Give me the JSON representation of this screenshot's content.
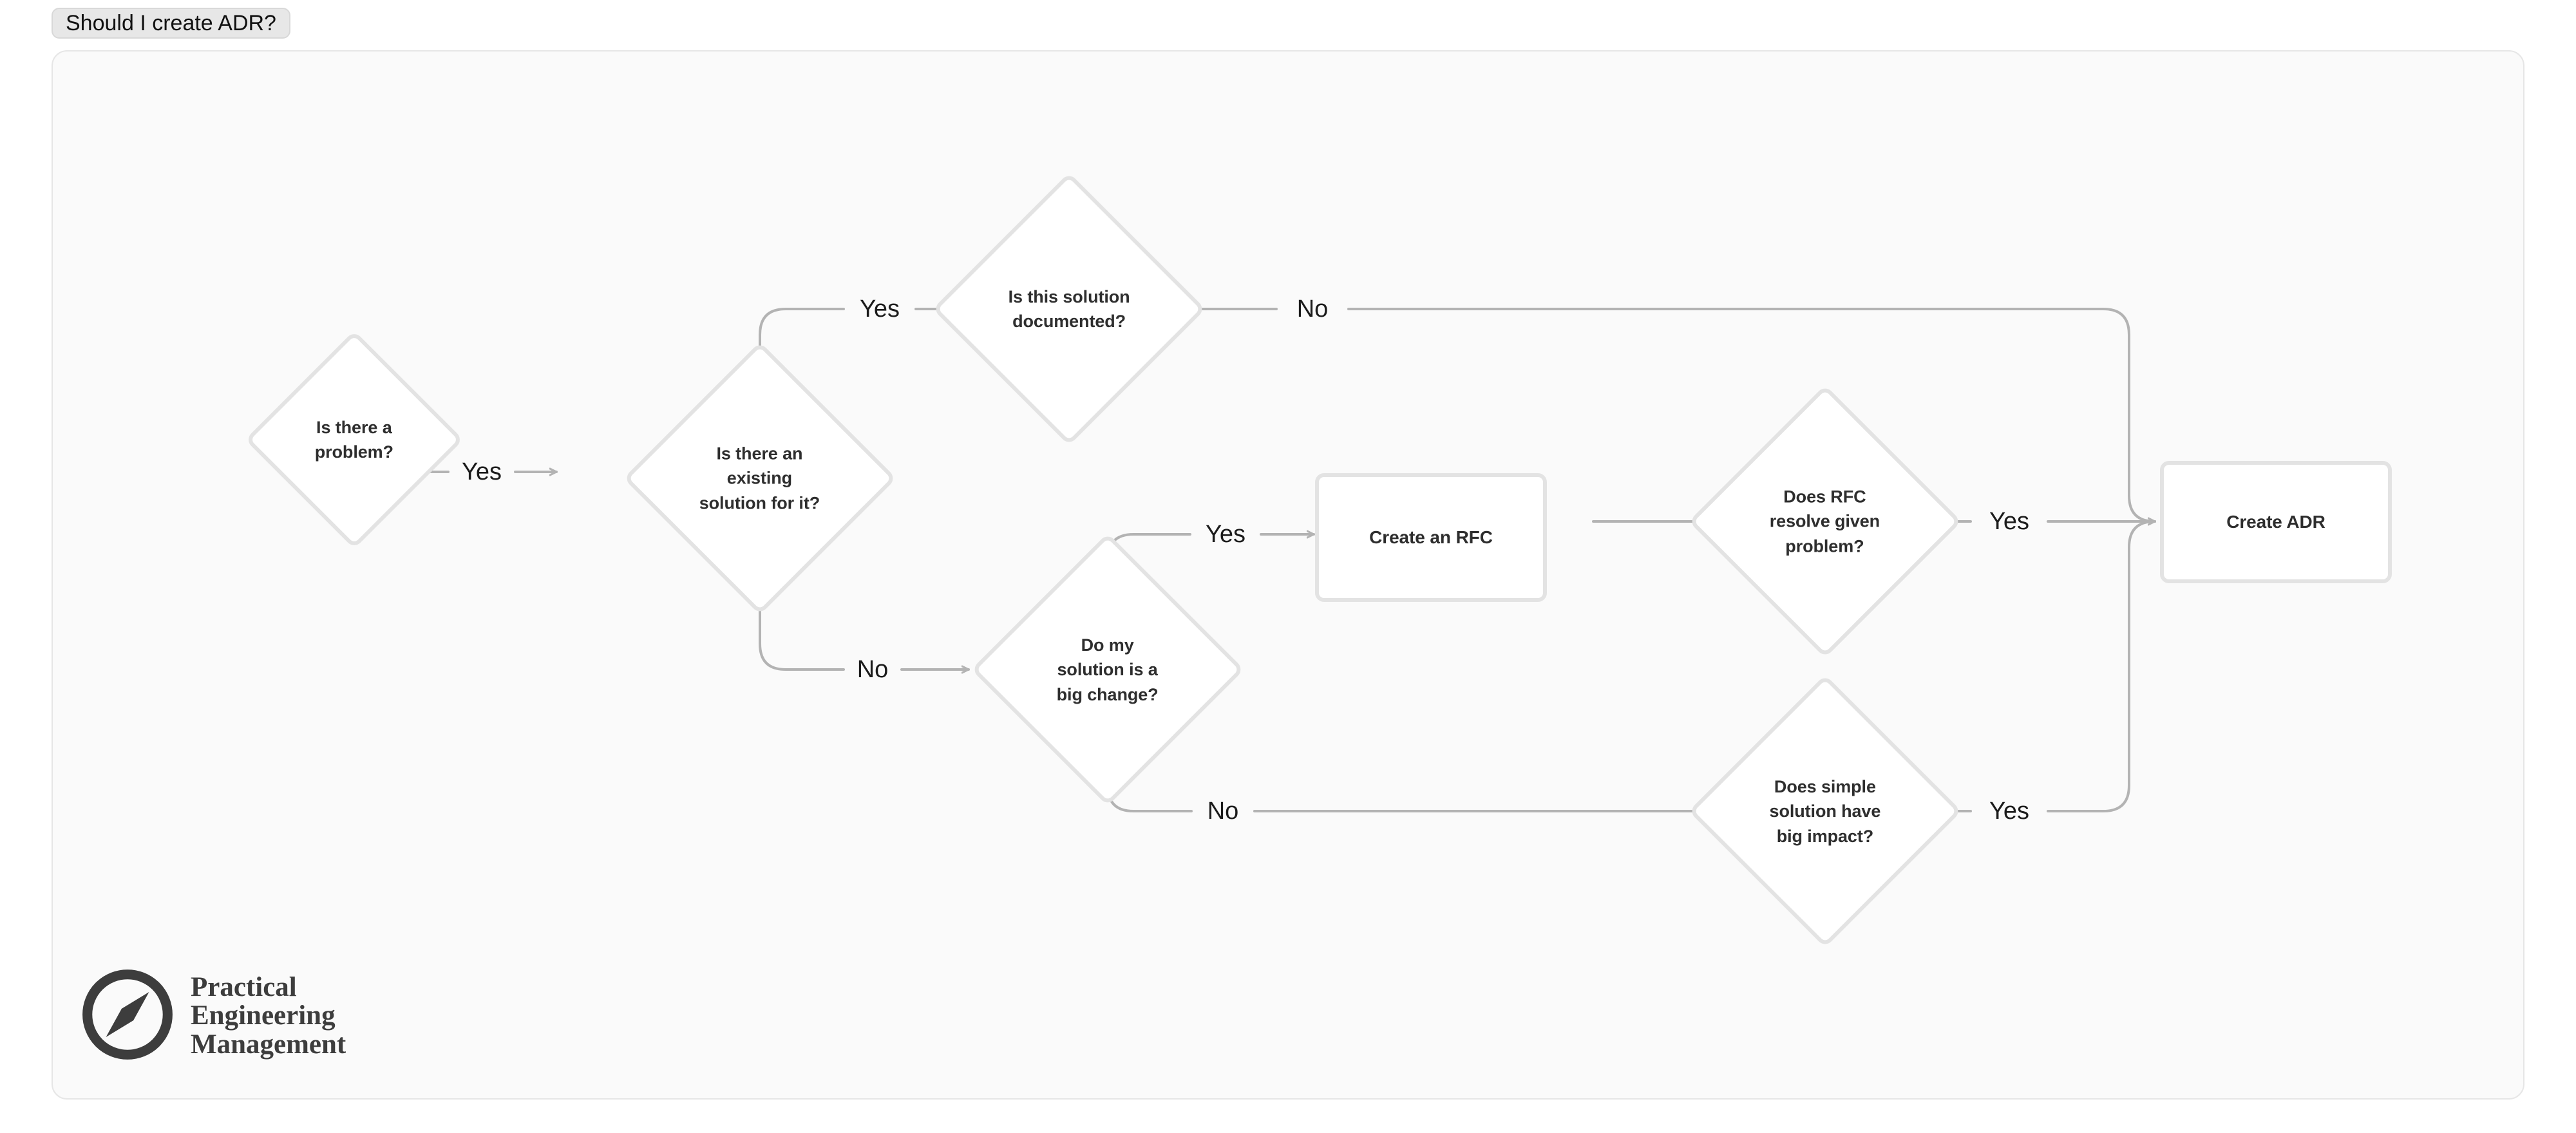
{
  "title_tab": {
    "label": "Should I create ADR?"
  },
  "canvas": {
    "nodes": [
      {
        "id": "problem",
        "type": "diamond",
        "label": "Is there a\nproblem?"
      },
      {
        "id": "existing",
        "type": "diamond",
        "label": "Is there an\nexisting\nsolution for it?"
      },
      {
        "id": "documented",
        "type": "diamond",
        "label": "Is this solution\ndocumented?"
      },
      {
        "id": "bigchange",
        "type": "diamond",
        "label": "Do my\nsolution is a\nbig change?"
      },
      {
        "id": "create-rfc",
        "type": "rect",
        "label": "Create an RFC"
      },
      {
        "id": "rfc-resolve",
        "type": "diamond",
        "label": "Does RFC\nresolve given\nproblem?"
      },
      {
        "id": "simple-impact",
        "type": "diamond",
        "label": "Does simple\nsolution have\nbig impact?"
      },
      {
        "id": "create-adr",
        "type": "rect",
        "label": "Create ADR"
      }
    ],
    "edges": [
      {
        "id": "problem-yes",
        "from": "problem",
        "to": "existing",
        "label": "Yes"
      },
      {
        "id": "existing-yes",
        "from": "existing",
        "to": "documented",
        "label": "Yes"
      },
      {
        "id": "existing-no",
        "from": "existing",
        "to": "bigchange",
        "label": "No"
      },
      {
        "id": "documented-no",
        "from": "documented",
        "to": "create-adr",
        "label": "No"
      },
      {
        "id": "bigchange-yes",
        "from": "bigchange",
        "to": "create-rfc",
        "label": "Yes"
      },
      {
        "id": "bigchange-no",
        "from": "bigchange",
        "to": "simple-impact",
        "label": "No"
      },
      {
        "id": "rfc-flow",
        "from": "create-rfc",
        "to": "rfc-resolve",
        "label": ""
      },
      {
        "id": "rfc-resolve-yes",
        "from": "rfc-resolve",
        "to": "create-adr",
        "label": "Yes"
      },
      {
        "id": "simple-impact-yes",
        "from": "simple-impact",
        "to": "create-adr",
        "label": "Yes"
      }
    ]
  },
  "logo": {
    "icon": "compass-icon",
    "line1": "Practical",
    "line2": "Engineering",
    "line3": "Management"
  },
  "colors": {
    "canvas_background": "#fafafa",
    "node_border": "#e3e3e3",
    "node_fill": "#ffffff",
    "edge_stroke": "#b3b3b3",
    "node_text": "#2e2e2e",
    "edge_label_text": "#1b1b1b",
    "title_tab_background": "#e7e7e7",
    "logo_color": "#3d3d3d"
  }
}
